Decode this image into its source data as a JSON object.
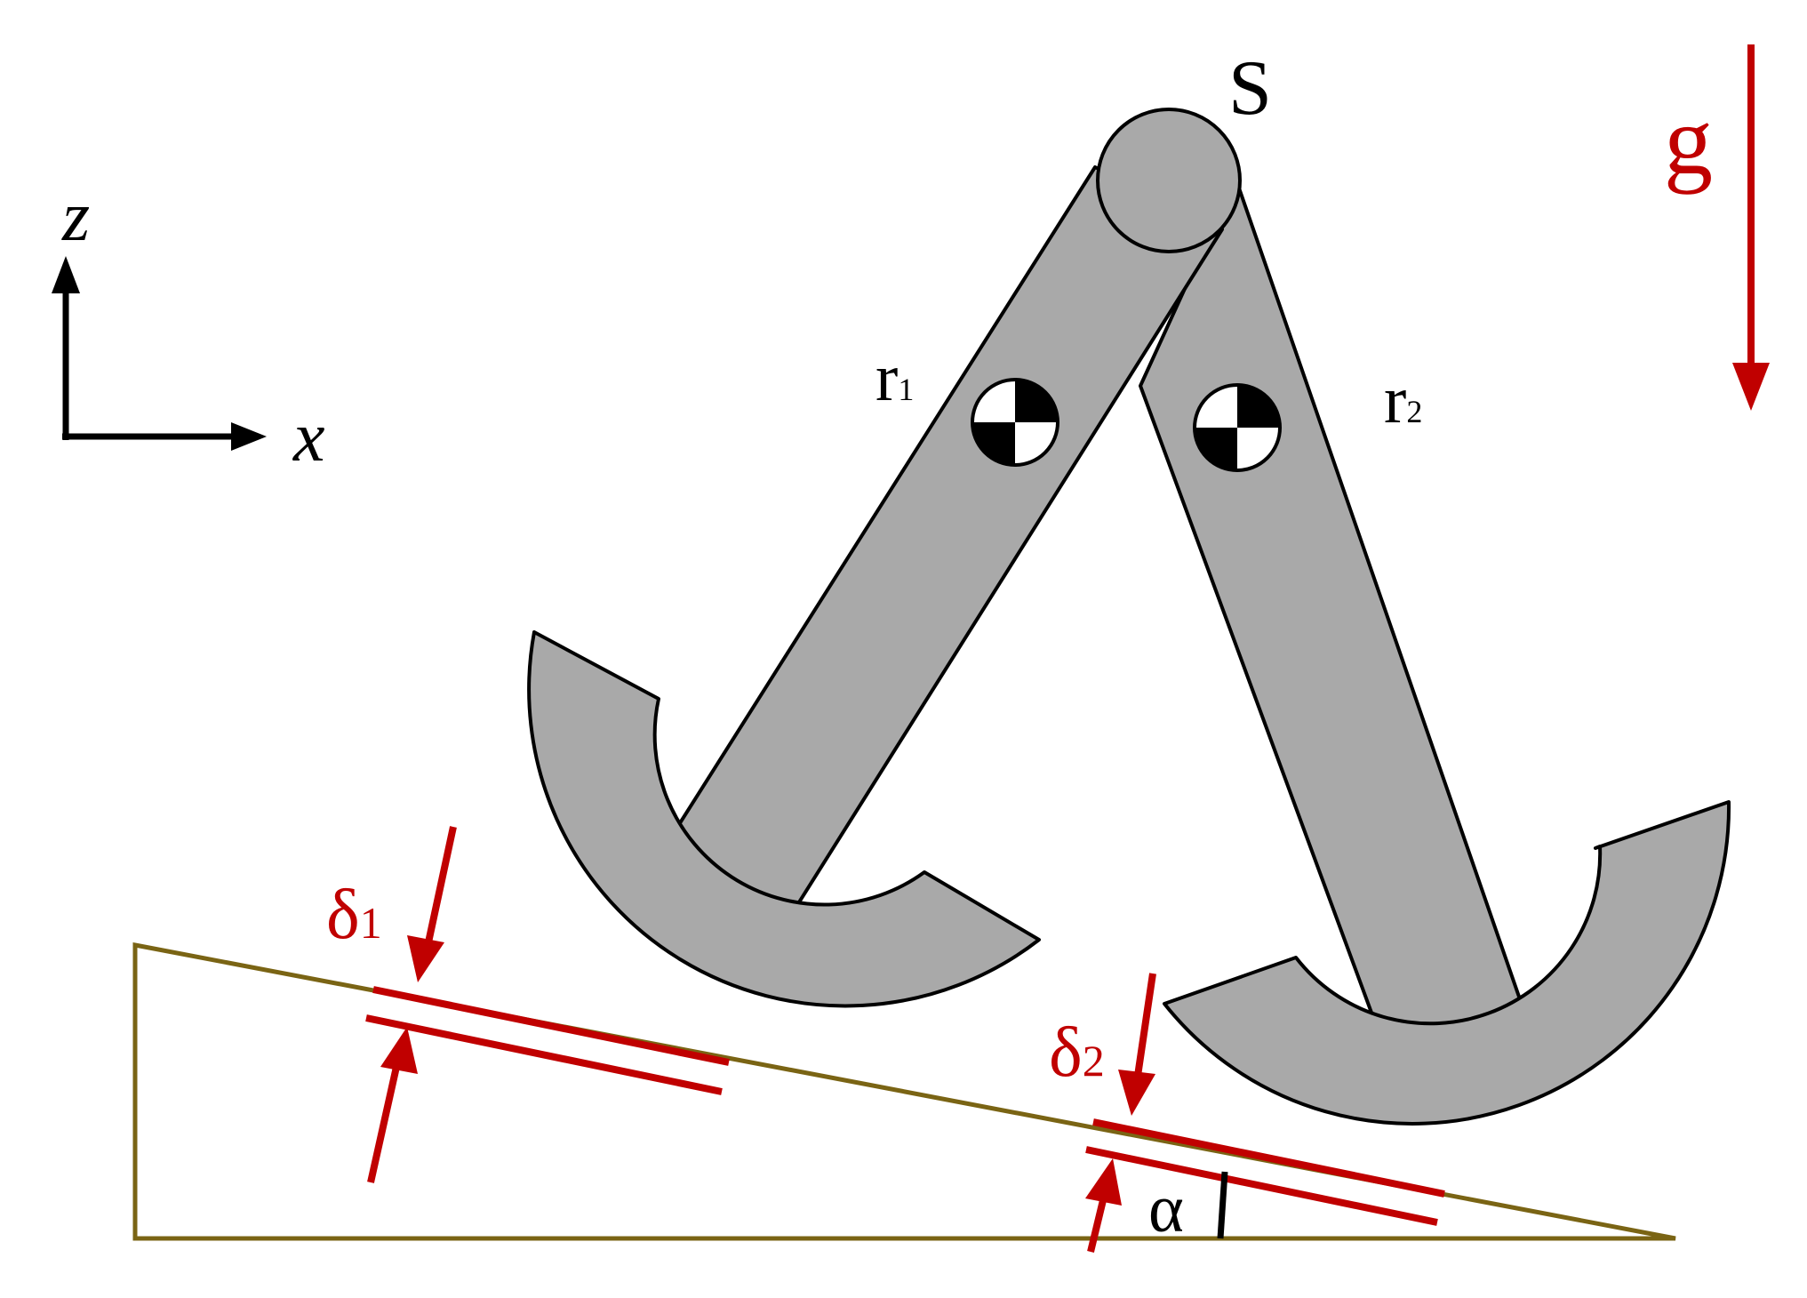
{
  "labels": {
    "pivot": "S",
    "gravity": "g",
    "z_axis": "z",
    "x_axis": "x",
    "leg1": "r",
    "leg1_sub": "1",
    "leg2": "r",
    "leg2_sub": "2",
    "delta1": "δ",
    "delta1_sub": "1",
    "delta2": "δ",
    "delta2_sub": "2",
    "slope_angle": "α"
  },
  "colors": {
    "body_fill": "#a9a9a9",
    "outline": "#000000",
    "accent_red": "#c00000",
    "ramp": "#7a6414",
    "background": "#ffffff"
  },
  "icons": {
    "center_of_mass": "center-of-mass-icon"
  }
}
